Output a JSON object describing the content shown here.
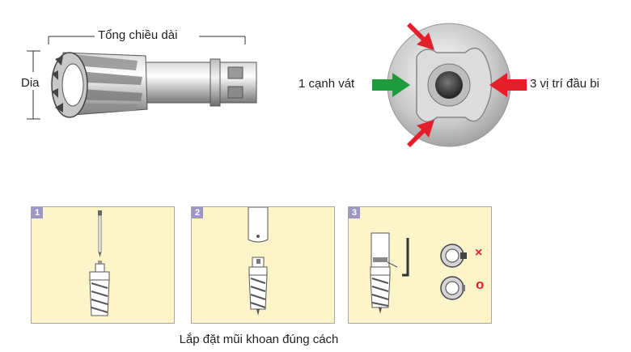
{
  "top_left": {
    "length_label": "Tổng chiều dài",
    "dia_label": "Dia"
  },
  "top_right": {
    "flat_label": "1 cạnh vát",
    "ball_label": "3 vị trí đầu bi",
    "colors": {
      "green_arrow": "#1e9b3c",
      "red_arrow": "#e3202a"
    }
  },
  "steps": [
    {
      "number": "1"
    },
    {
      "number": "2"
    },
    {
      "number": "3",
      "wrong_mark": "×",
      "right_mark": "o"
    }
  ],
  "caption": "Lắp đặt mũi khoan đúng cách"
}
